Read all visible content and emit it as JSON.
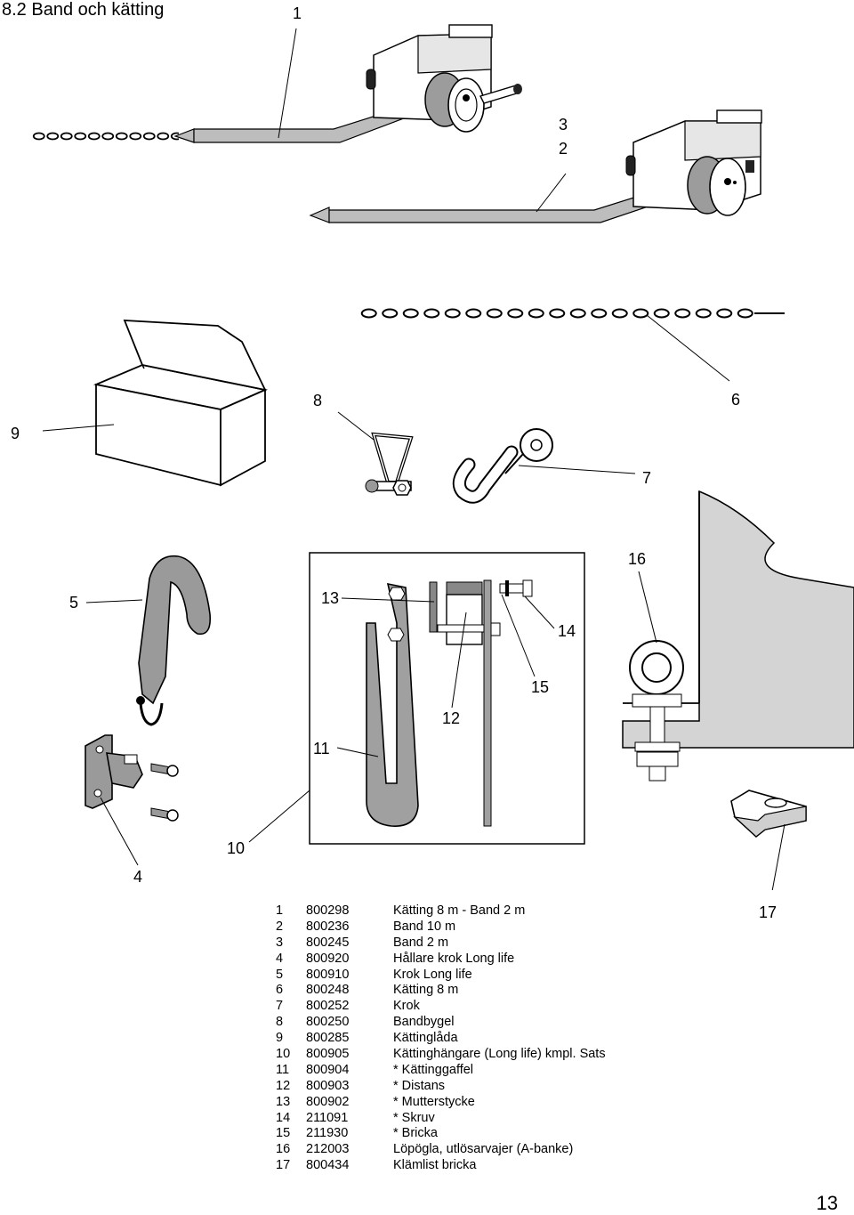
{
  "section_title": "8.2  Band och kätting",
  "callouts": {
    "c1": "1",
    "c2": "2",
    "c3": "3",
    "c4": "4",
    "c5": "5",
    "c6": "6",
    "c7": "7",
    "c8": "8",
    "c9": "9",
    "c10": "10",
    "c11": "11",
    "c12": "12",
    "c13": "13",
    "c14": "14",
    "c15": "15",
    "c16": "16",
    "c17": "17"
  },
  "parts": [
    {
      "no": "1",
      "art": "800298",
      "desc": "Kätting 8 m - Band 2 m"
    },
    {
      "no": "2",
      "art": "800236",
      "desc": "Band 10 m"
    },
    {
      "no": "3",
      "art": "800245",
      "desc": "Band 2 m"
    },
    {
      "no": "4",
      "art": "800920",
      "desc": "Hållare krok Long life"
    },
    {
      "no": "5",
      "art": "800910",
      "desc": "Krok Long life"
    },
    {
      "no": "6",
      "art": "800248",
      "desc": "Kätting 8 m"
    },
    {
      "no": "7",
      "art": "800252",
      "desc": "Krok"
    },
    {
      "no": "8",
      "art": "800250",
      "desc": "Bandbygel"
    },
    {
      "no": "9",
      "art": "800285",
      "desc": "Kättinglåda"
    },
    {
      "no": "10",
      "art": "800905",
      "desc": "Kättinghängare (Long life) kmpl. Sats"
    },
    {
      "no": "11",
      "art": "800904",
      "desc": "* Kättinggaffel"
    },
    {
      "no": "12",
      "art": "800903",
      "desc": "* Distans"
    },
    {
      "no": "13",
      "art": "800902",
      "desc": "* Mutterstycke"
    },
    {
      "no": "14",
      "art": "211091",
      "desc": "* Skruv"
    },
    {
      "no": "15",
      "art": "211930",
      "desc": "* Bricka"
    },
    {
      "no": "16",
      "art": "212003",
      "desc": "Löpögla, utlösarvajer (A-banke)"
    },
    {
      "no": "17",
      "art": "800434",
      "desc": "Klämlist bricka"
    }
  ],
  "page_number": "13"
}
